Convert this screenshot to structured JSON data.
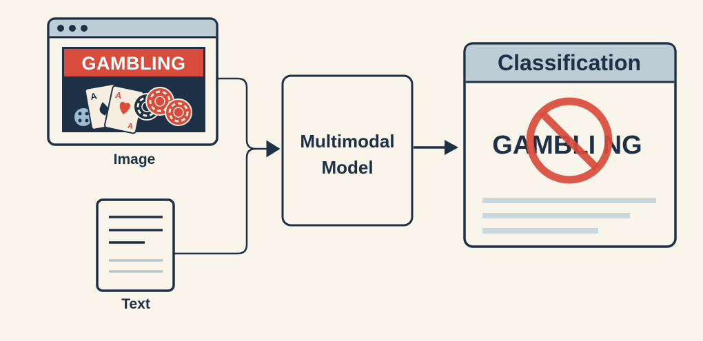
{
  "image_node": {
    "banner_text": "GAMBLING",
    "caption": "Image"
  },
  "text_node": {
    "caption": "Text"
  },
  "model_node": {
    "line1": "Multimodal",
    "line2": "Model"
  },
  "classification_node": {
    "header": "Classification",
    "word": "GAMBLI NG",
    "prohibited_icon": "no-sign-icon"
  },
  "colors": {
    "background": "#faf5ea",
    "navy": "#1d3046",
    "red": "#d94b3b",
    "header_blue": "#bccdd6",
    "light_line": "#c9d6dc"
  }
}
